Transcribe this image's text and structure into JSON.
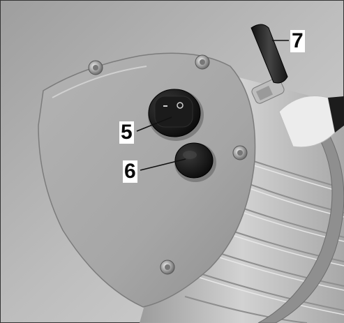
{
  "photo": {
    "subject": "outdoor-heater-control-panel",
    "colors": {
      "background": "#b8b8b8",
      "panel": "#a9a9a9",
      "housing": "#c9c9c9",
      "switch": "#141414",
      "mount": "#9a9a9a"
    }
  },
  "callouts": [
    {
      "number": "5",
      "target": "rocker-switch"
    },
    {
      "number": "6",
      "target": "push-button"
    },
    {
      "number": "7",
      "target": "gas-valve-handle"
    }
  ]
}
